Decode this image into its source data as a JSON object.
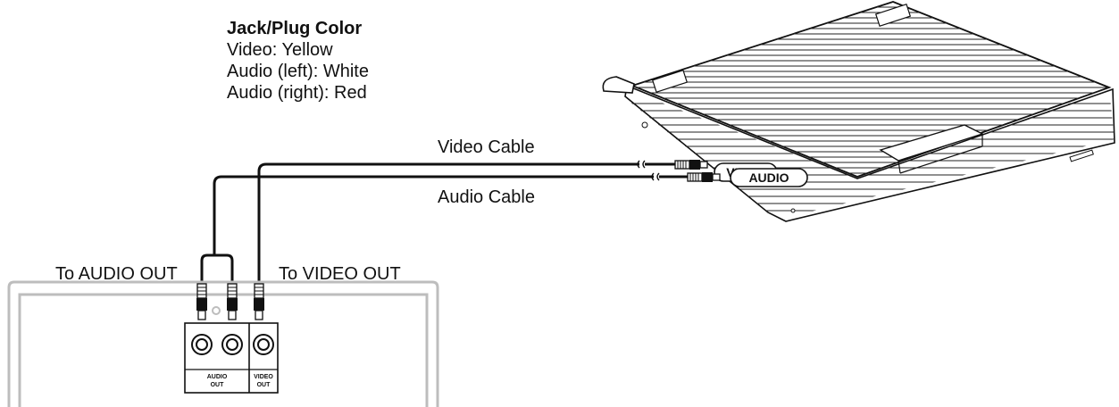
{
  "legend": {
    "title": "Jack/Plug Color",
    "lines": [
      "Video: Yellow",
      "Audio (left): White",
      "Audio (right): Red"
    ]
  },
  "labels": {
    "video_cable": "Video Cable",
    "audio_cable": "Audio Cable",
    "to_audio_out": "To AUDIO OUT",
    "to_video_out": "To VIDEO OUT"
  },
  "laptop_ports": {
    "video": "VIDEO",
    "audio": "AUDIO"
  },
  "jack_panel": {
    "audio_line1": "AUDIO",
    "audio_line2": "OUT",
    "video_line1": "VIDEO",
    "video_line2": "OUT"
  }
}
